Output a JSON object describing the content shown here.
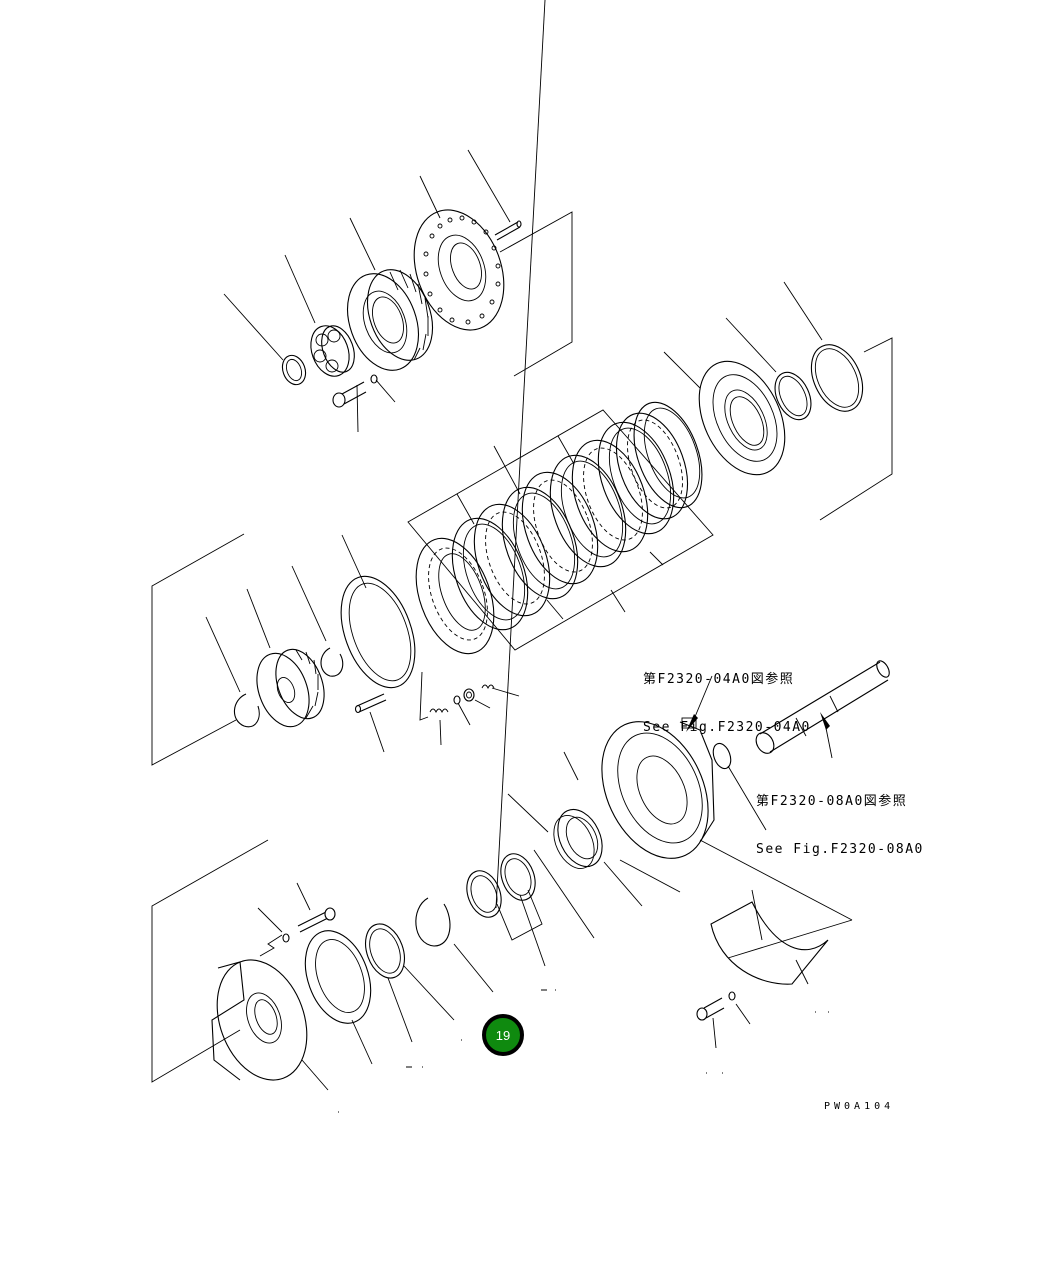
{
  "diagram": {
    "type": "exploded-parts-view",
    "subject": "transmission clutch assembly",
    "drawing_code": "PW0A104",
    "references": [
      {
        "id": "ref-04",
        "line_jp": "第F2320-04A0図参照",
        "line_en": "See Fig.F2320-04A0"
      },
      {
        "id": "ref-08",
        "line_jp": "第F2320-08A0図参照",
        "line_en": "See Fig.F2320-08A0"
      }
    ],
    "callout": {
      "number": "19",
      "color": "#0f8a0f",
      "border_color": "#000000"
    },
    "colors": {
      "background": "#ffffff",
      "line": "#000000"
    }
  }
}
